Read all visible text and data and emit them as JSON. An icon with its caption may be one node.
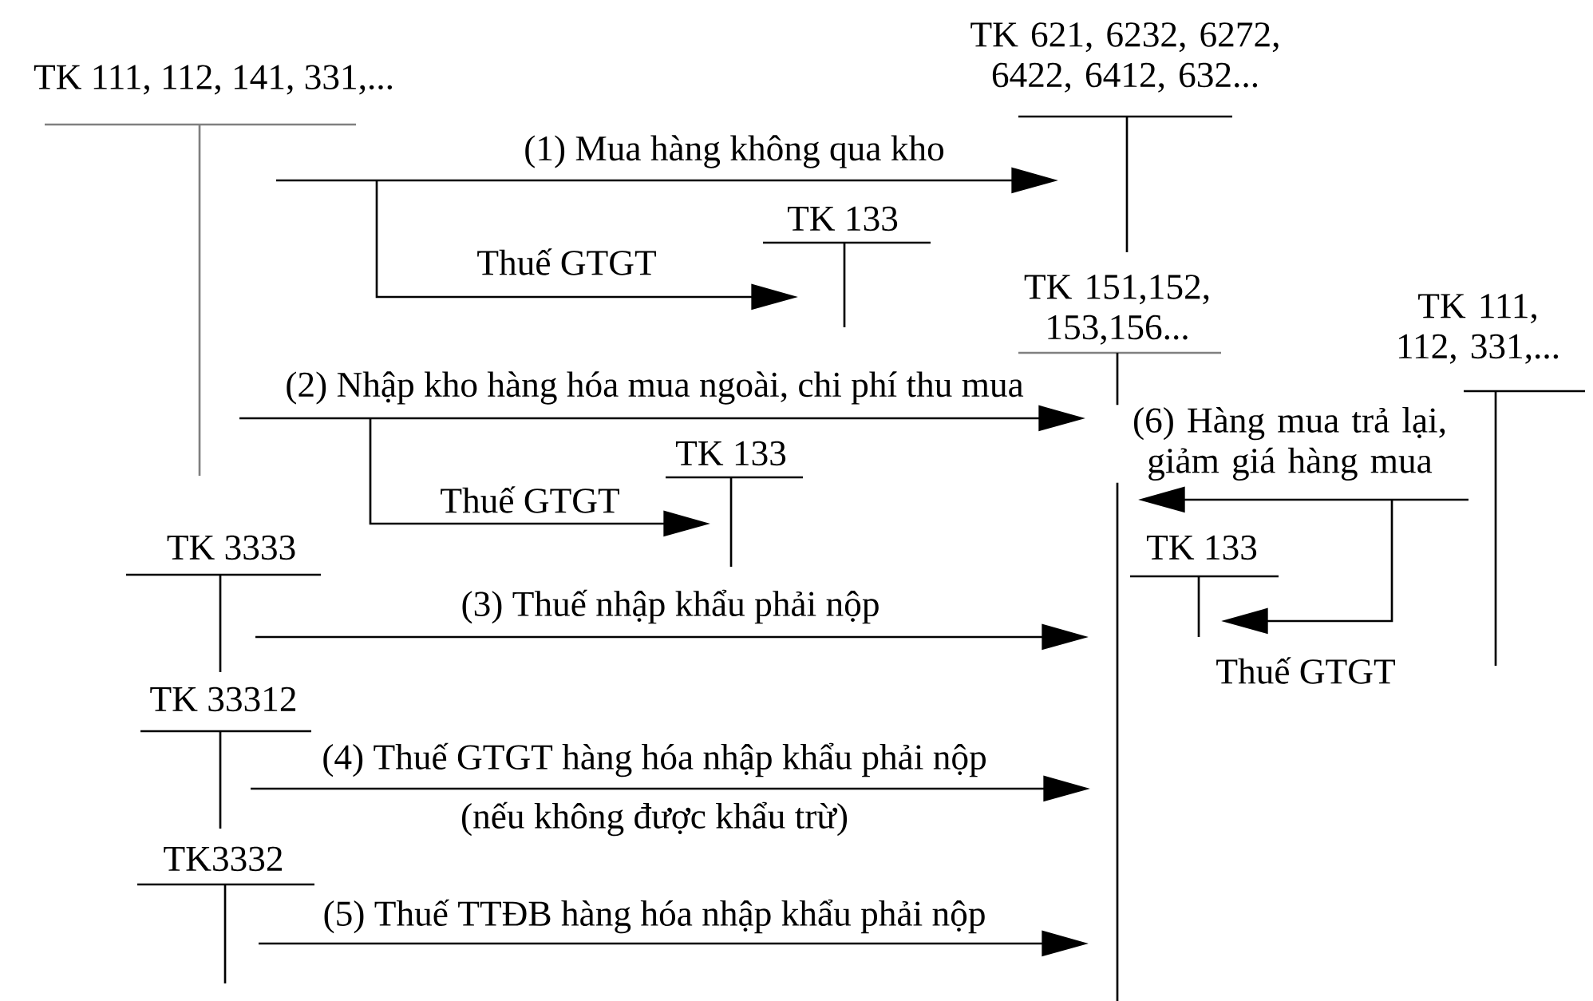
{
  "diagram": {
    "nodes": [
      {
        "text": [
          "TK 111, 112, 141, 331,..."
        ]
      },
      {
        "text": [
          "TK 621, 6232, 6272, 6422, 6412, 632..."
        ]
      },
      {
        "text": [
          "TK 133"
        ]
      },
      {
        "text": [
          "TK 151,152, 153,156..."
        ]
      },
      {
        "text": [
          "TK 111, 112, 331,..."
        ]
      },
      {
        "text": [
          "TK 133"
        ]
      },
      {
        "text": [
          "TK 3333"
        ]
      },
      {
        "text": [
          "TK 133"
        ]
      },
      {
        "text": [
          "TK 33312"
        ]
      },
      {
        "text": [
          "TK3332"
        ]
      }
    ],
    "edges": [
      {
        "from": 0,
        "to": 1,
        "arrow": "to",
        "label": "(1) Mua hàng không qua kho"
      },
      {
        "from": 0,
        "to": 2,
        "arrow": "to",
        "label": "Thuế GTGT"
      },
      {
        "from": 0,
        "to": 3,
        "arrow": "to",
        "label": "(2) Nhập kho hàng hóa mua ngoài, chi phí thu mua"
      },
      {
        "from": 0,
        "to": 5,
        "arrow": "to",
        "label": "Thuế GTGT"
      },
      {
        "from": 6,
        "to": 3,
        "arrow": "to",
        "label": "(3) Thuế nhập khẩu phải nộp"
      },
      {
        "from": 8,
        "to": 3,
        "arrow": "to",
        "label": "(4) Thuế GTGT hàng hóa nhập khẩu phải nộp"
      },
      {
        "from": 9,
        "to": 3,
        "arrow": "to",
        "label": "(5) Thuế TTĐB hàng hóa nhập khẩu phải nộp"
      },
      {
        "from": 4,
        "to": 3,
        "arrow": "to",
        "label": "(6) Hàng mua trả lại, giảm giá hàng mua"
      },
      {
        "from": 4,
        "to": 7,
        "arrow": "to",
        "label": "Thuế GTGT"
      }
    ],
    "labels": [
      "(nếu không được khẩu trừ)"
    ]
  }
}
